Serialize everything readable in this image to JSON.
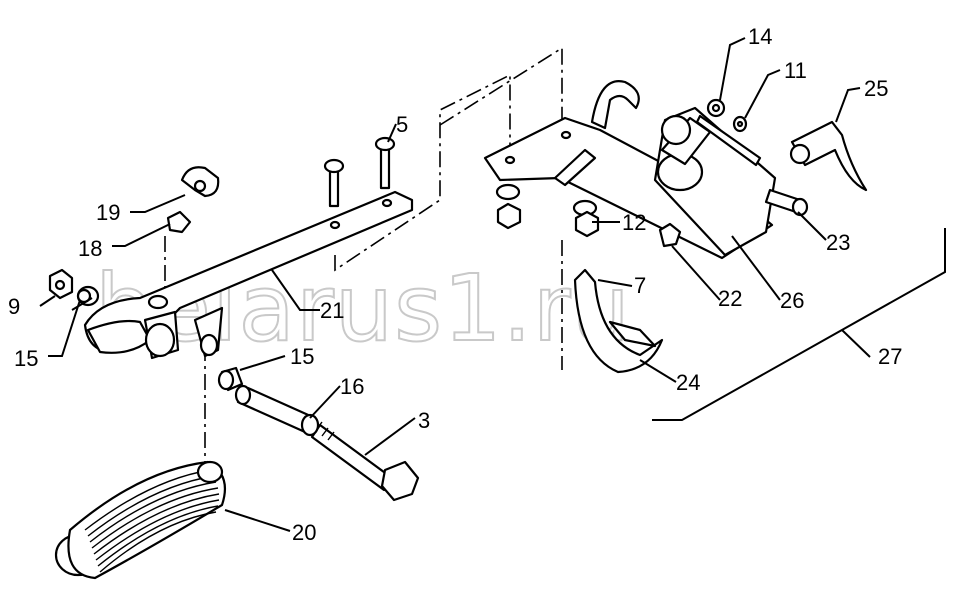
{
  "watermark": "belarus1.ru",
  "callouts": {
    "n3": "3",
    "n5": "5",
    "n7": "7",
    "n9": "9",
    "n11": "11",
    "n12": "12",
    "n14": "14",
    "n15a": "15",
    "n15b": "15",
    "n16": "16",
    "n18": "18",
    "n19": "19",
    "n20": "20",
    "n21": "21",
    "n22": "22",
    "n23": "23",
    "n24": "24",
    "n25": "25",
    "n26": "26",
    "n27": "27"
  }
}
